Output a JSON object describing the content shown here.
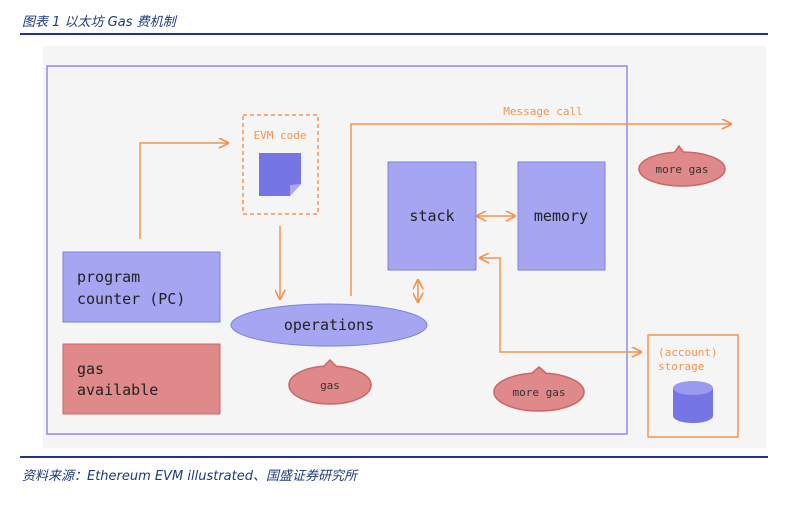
{
  "caption": "图表 1 以太坊 Gas 费机制",
  "source": "资料来源：Ethereum EVM illustrated、国盛证券研究所",
  "diagram": {
    "evm_code": "EVM code",
    "message_call": "Message call",
    "more_gas_top": "more gas",
    "stack": "stack",
    "memory": "memory",
    "program_counter_line1": "program",
    "program_counter_line2": "counter (PC)",
    "operations": "operations",
    "gas_line1": "gas",
    "gas_line2": "available",
    "gas_bubble": "gas",
    "more_gas_bottom": "more gas",
    "storage_line1": "(account)",
    "storage_line2": "storage"
  },
  "colors": {
    "accent": "#f4934f",
    "box_fill": "#a5a5f2",
    "box_stroke": "#7f80dd",
    "red_fill": "#e0898b",
    "red_stroke": "#c96668",
    "background": "#f5f5f5",
    "caption_color": "#1f3a7a"
  }
}
